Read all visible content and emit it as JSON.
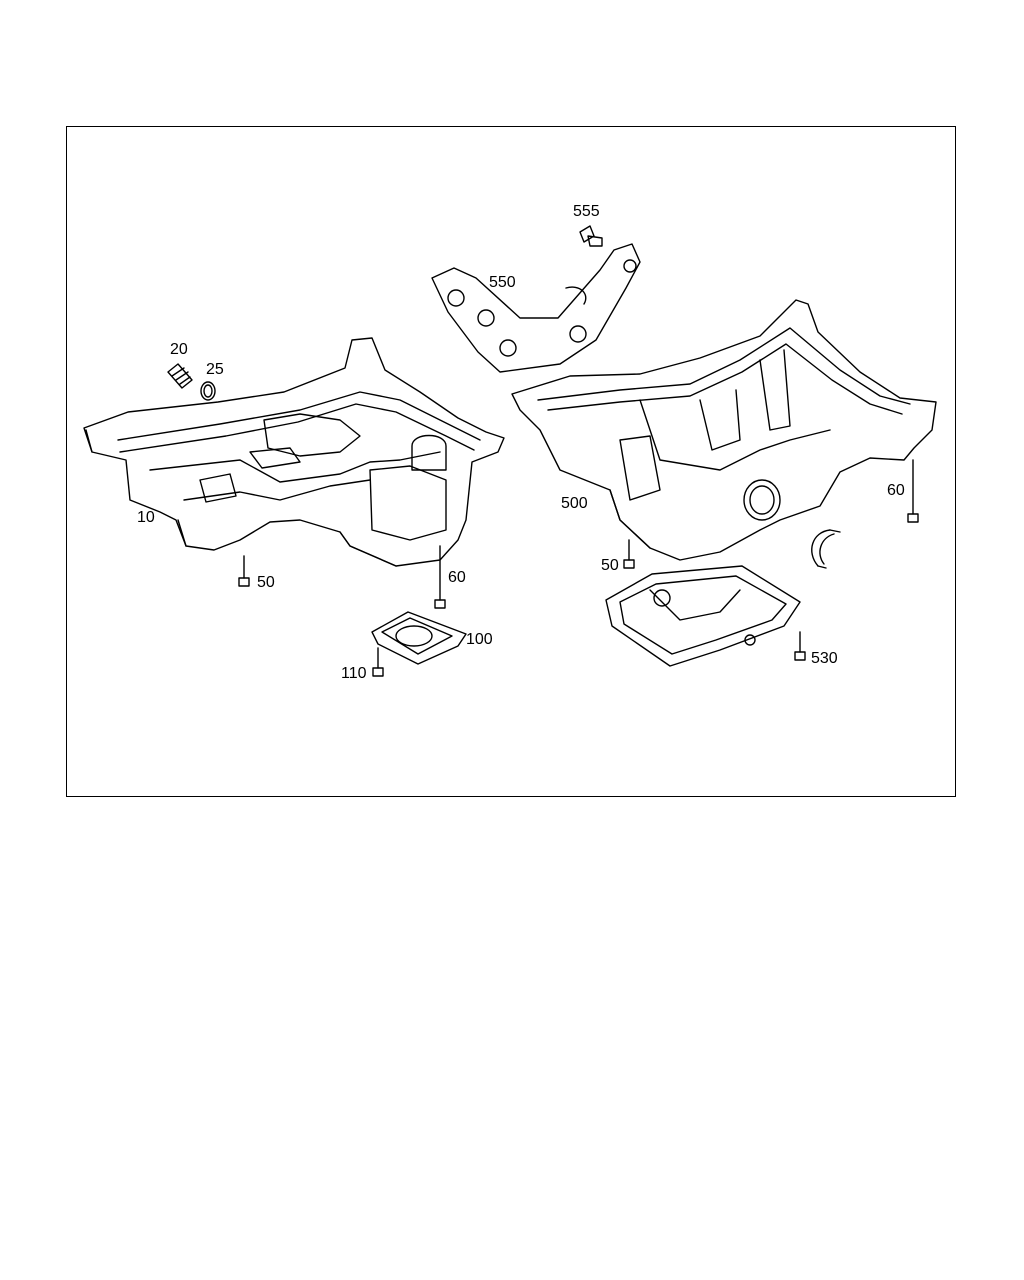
{
  "callouts": {
    "c10": "10",
    "c20": "20",
    "c25": "25",
    "c50a": "50",
    "c60a": "60",
    "c100": "100",
    "c110": "110",
    "c500": "500",
    "c50b": "50",
    "c60b": "60",
    "c530": "530",
    "c550": "550",
    "c555": "555"
  },
  "colors": {
    "line": "#000000",
    "background": "#ffffff"
  }
}
